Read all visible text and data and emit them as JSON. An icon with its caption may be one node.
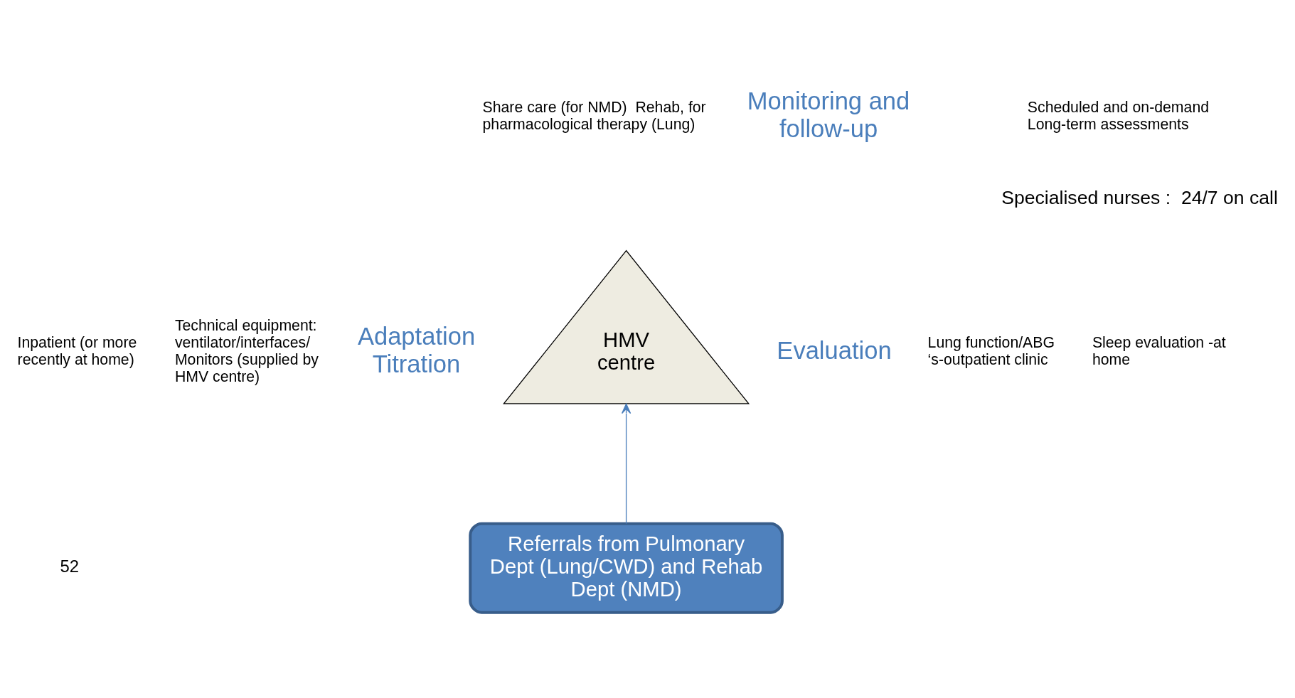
{
  "diagram": {
    "nodes": [
      {
        "text": [
          "HMV centre"
        ]
      },
      {
        "text": [
          "Referrals from Pulmonary Dept (Lung/CWD) and Rehab Dept (NMD)"
        ]
      }
    ],
    "edges": [
      {
        "from": 1,
        "to": 0,
        "arrow": "to"
      }
    ],
    "labels": [
      "Monitoring and follow-up",
      "Share care (for NMD)  Rehab, for  pharmacological therapy (Lung)",
      "Scheduled and on-demand Long-term assessments",
      "Specialised nurses :  24/7 on call",
      "Inpatient (or more recently at home)",
      "Technical equipment: ventilator/interfaces/ Monitors (supplied by HMV centre)",
      "Adaptation Titration",
      "Evaluation",
      "Lung function/ABG ‘s-outpatient clinic",
      "Sleep evaluation -at home",
      "52"
    ]
  }
}
